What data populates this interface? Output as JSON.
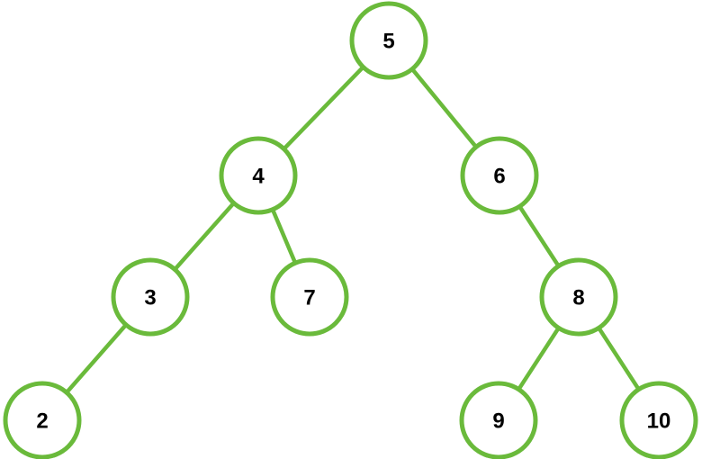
{
  "tree": {
    "nodes": [
      {
        "id": "n5",
        "label": "5"
      },
      {
        "id": "n4",
        "label": "4"
      },
      {
        "id": "n6",
        "label": "6"
      },
      {
        "id": "n3",
        "label": "3"
      },
      {
        "id": "n7",
        "label": "7"
      },
      {
        "id": "n8",
        "label": "8"
      },
      {
        "id": "n2",
        "label": "2"
      },
      {
        "id": "n9",
        "label": "9"
      },
      {
        "id": "n10",
        "label": "10"
      }
    ],
    "edges": [
      {
        "from": "n5",
        "to": "n4"
      },
      {
        "from": "n5",
        "to": "n6"
      },
      {
        "from": "n4",
        "to": "n3"
      },
      {
        "from": "n4",
        "to": "n7"
      },
      {
        "from": "n6",
        "to": "n8"
      },
      {
        "from": "n3",
        "to": "n2"
      },
      {
        "from": "n8",
        "to": "n9"
      },
      {
        "from": "n8",
        "to": "n10"
      }
    ]
  },
  "colors": {
    "stroke": "#6aba3b",
    "label": "#000000",
    "fill": "#ffffff"
  }
}
